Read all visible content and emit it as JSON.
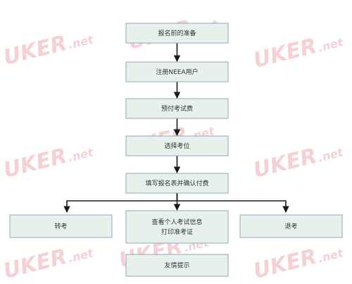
{
  "flowchart": {
    "nodes": [
      {
        "id": "n1",
        "name": "step-pre-registration-prep",
        "lines": [
          "报名前的准备"
        ]
      },
      {
        "id": "n2",
        "name": "step-register-neea-user",
        "lines": [
          "注册NEEA用户"
        ]
      },
      {
        "id": "n3",
        "name": "step-prepay-exam-fee",
        "lines": [
          "预付考试费"
        ]
      },
      {
        "id": "n4",
        "name": "step-choose-seat",
        "lines": [
          "选择考位"
        ]
      },
      {
        "id": "n5",
        "name": "step-fill-form-confirm-payment",
        "lines": [
          "填写报名表并确认付费"
        ]
      },
      {
        "id": "n6",
        "name": "step-transfer-exam",
        "lines": [
          "转考"
        ]
      },
      {
        "id": "n7",
        "name": "step-view-info-print-ticket",
        "lines": [
          "查看个人考试信息",
          "打印准考证"
        ]
      },
      {
        "id": "n8",
        "name": "step-withdraw-exam",
        "lines": [
          "退考"
        ]
      },
      {
        "id": "n9",
        "name": "step-friendly-tips",
        "lines": [
          "友情提示"
        ]
      }
    ],
    "edges": [
      {
        "from": "n1",
        "to": "n2"
      },
      {
        "from": "n2",
        "to": "n3"
      },
      {
        "from": "n3",
        "to": "n4"
      },
      {
        "from": "n4",
        "to": "n5"
      },
      {
        "from": "n5",
        "to": "n6"
      },
      {
        "from": "n5",
        "to": "n7"
      },
      {
        "from": "n5",
        "to": "n8"
      }
    ]
  },
  "watermark": {
    "main": "UKER",
    "sub": ".net"
  },
  "colors": {
    "node_fill": "#e7f1ec",
    "node_border": "#93a8bc",
    "arrow": "#1a1a1a",
    "watermark": "#f6d1d4"
  }
}
